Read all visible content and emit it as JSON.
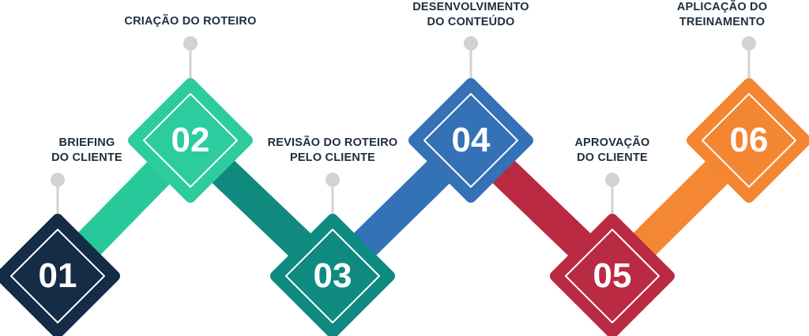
{
  "steps": [
    {
      "number": "01",
      "label": "BRIEFING\nDO CLIENTE",
      "color": "#152c47",
      "connector_color": "#27c99b"
    },
    {
      "number": "02",
      "label": "CRIAÇÃO DO ROTEIRO",
      "color": "#2ccc9f",
      "connector_color": "#108a7f"
    },
    {
      "number": "03",
      "label": "REVISÃO DO ROTEIRO\nPELO CLIENTE",
      "color": "#0f8a80",
      "connector_color": "#3472b7"
    },
    {
      "number": "04",
      "label": "DESENVOLVIMENTO\nDO CONTEÚDO",
      "color": "#3571b5",
      "connector_color": "#b92a42"
    },
    {
      "number": "05",
      "label": "APROVAÇÃO\nDO CLIENTE",
      "color": "#bb2a43",
      "connector_color": "#f58733"
    },
    {
      "number": "06",
      "label": "APLICAÇÃO DO\nTREINAMENTO",
      "color": "#f48632",
      "connector_color": ""
    }
  ],
  "colors": {
    "pin": "#d2d2d2",
    "text": "#1f2d3d",
    "number_text": "#ffffff"
  }
}
